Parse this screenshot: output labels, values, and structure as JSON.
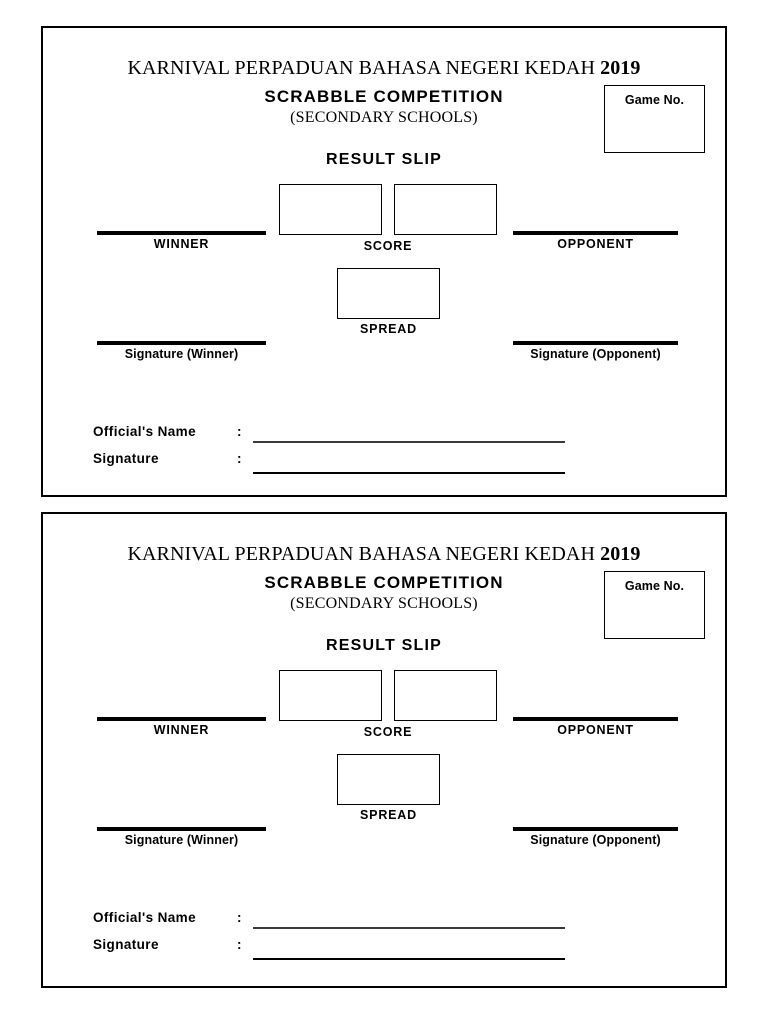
{
  "document": {
    "type": "result-slip-form",
    "slip_count": 2,
    "ink_color": "#000000",
    "paper_color": "#ffffff"
  },
  "slip": {
    "header": {
      "event_title": "KARNIVAL PERPADUAN BAHASA NEGERI KEDAH ",
      "event_year": "2019",
      "competition": "SCRABBLE COMPETITION",
      "category": "(SECONDARY SCHOOLS)",
      "form_title": "RESULT SLIP"
    },
    "game_no": {
      "label": "Game No.",
      "value": ""
    },
    "fields": {
      "winner_label": "WINNER",
      "winner_value": "",
      "opponent_label": "OPPONENT",
      "opponent_value": "",
      "score_label": "SCORE",
      "score_winner_value": "",
      "score_opponent_value": "",
      "spread_label": "SPREAD",
      "spread_value": "",
      "signature_winner_label": "Signature (Winner)",
      "signature_winner_value": "",
      "signature_opponent_label": "Signature (Opponent)",
      "signature_opponent_value": ""
    },
    "official": {
      "name_label": "Official's Name",
      "name_colon": ":",
      "name_value": "",
      "signature_label": "Signature",
      "signature_colon": ":",
      "signature_value": ""
    }
  }
}
